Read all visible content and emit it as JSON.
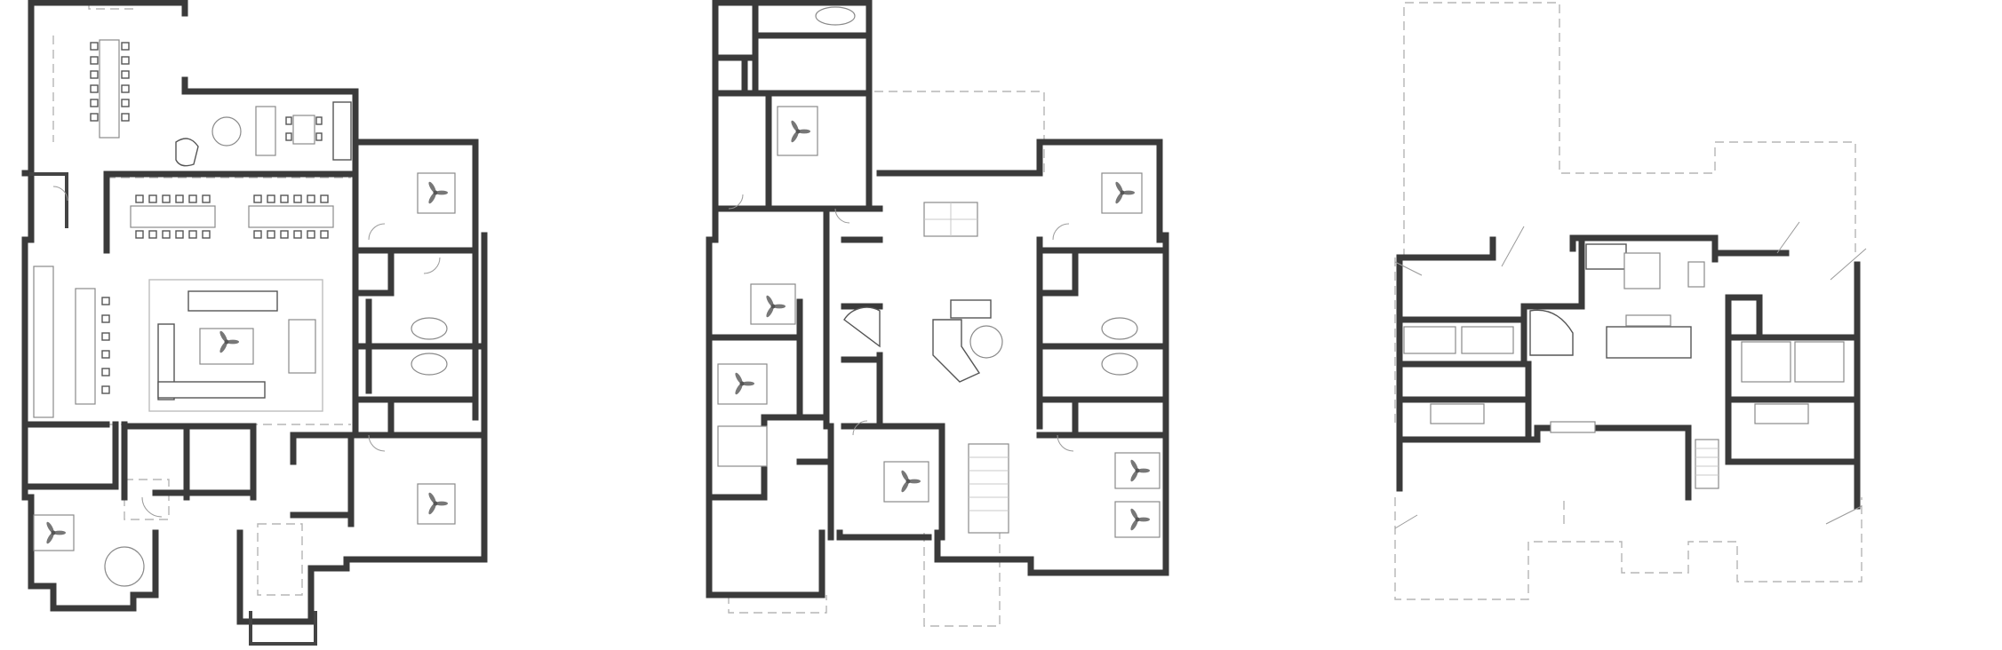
{
  "drawing": {
    "sheets": [
      {
        "id": "plan-1"
      },
      {
        "id": "plan-2"
      },
      {
        "id": "plan-3"
      }
    ],
    "colors": {
      "wall": "#3a3a3a",
      "fixture_stroke": "#8a8a8a",
      "dashed_outline": "#b5b5b5",
      "background": "#ffffff"
    },
    "icons": [
      "ceiling-fan-icon",
      "door-swing-icon",
      "bathtub-icon",
      "dining-table-icon",
      "sofa-icon",
      "stair-icon"
    ]
  }
}
